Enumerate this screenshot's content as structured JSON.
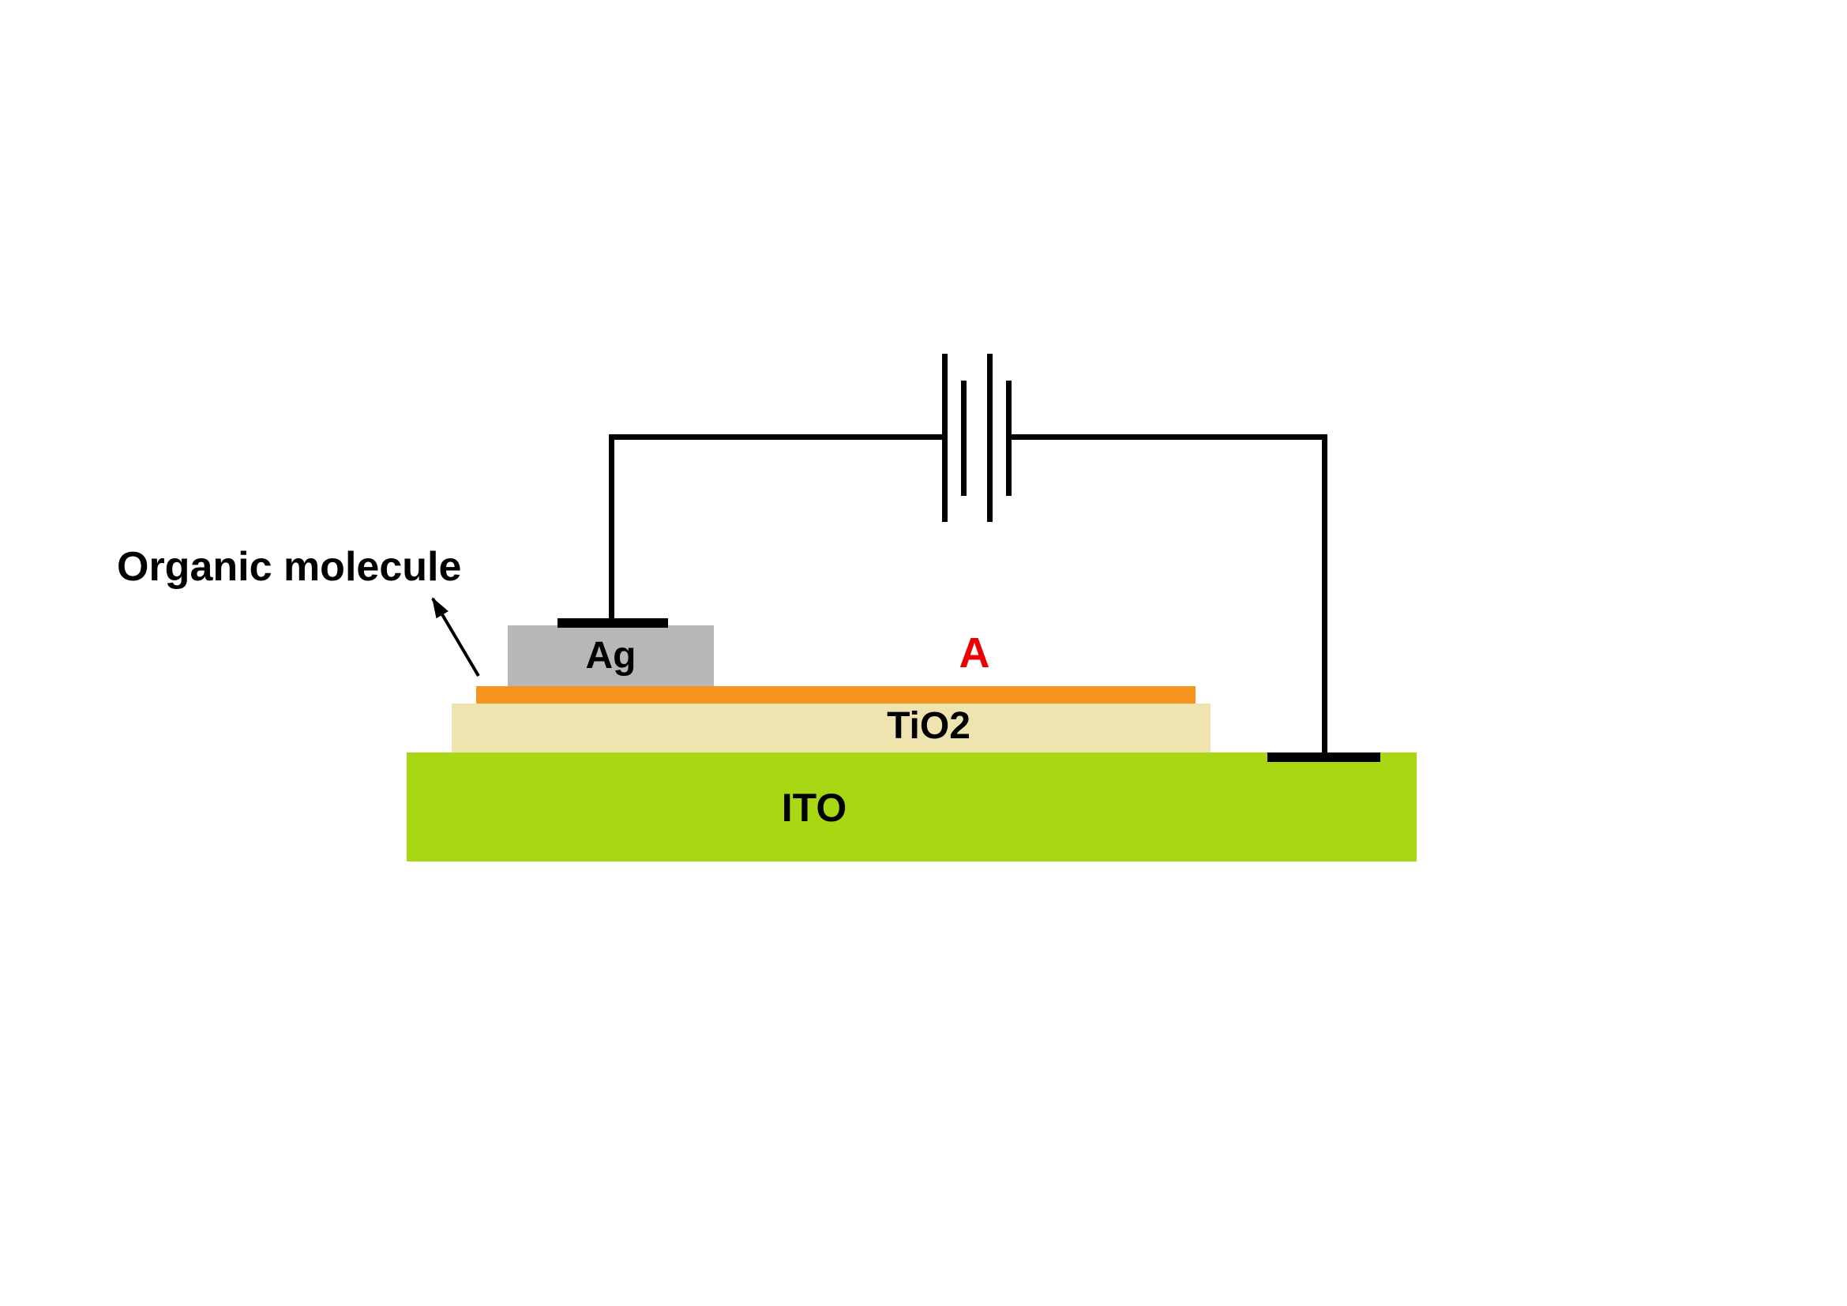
{
  "diagram": {
    "annotation": "Organic molecule",
    "electrode_label": "Ag",
    "ammeter_label": "A",
    "tio2_label": "TiO2",
    "ito_label": "ITO"
  },
  "colors": {
    "ito_layer": "#a9d714",
    "tio2_layer": "#efe4b0",
    "organic_layer": "#f7941d",
    "ag_electrode": "#b7b7b7",
    "ammeter_label": "#ee0000",
    "wire": "#000000",
    "text": "#000000"
  }
}
